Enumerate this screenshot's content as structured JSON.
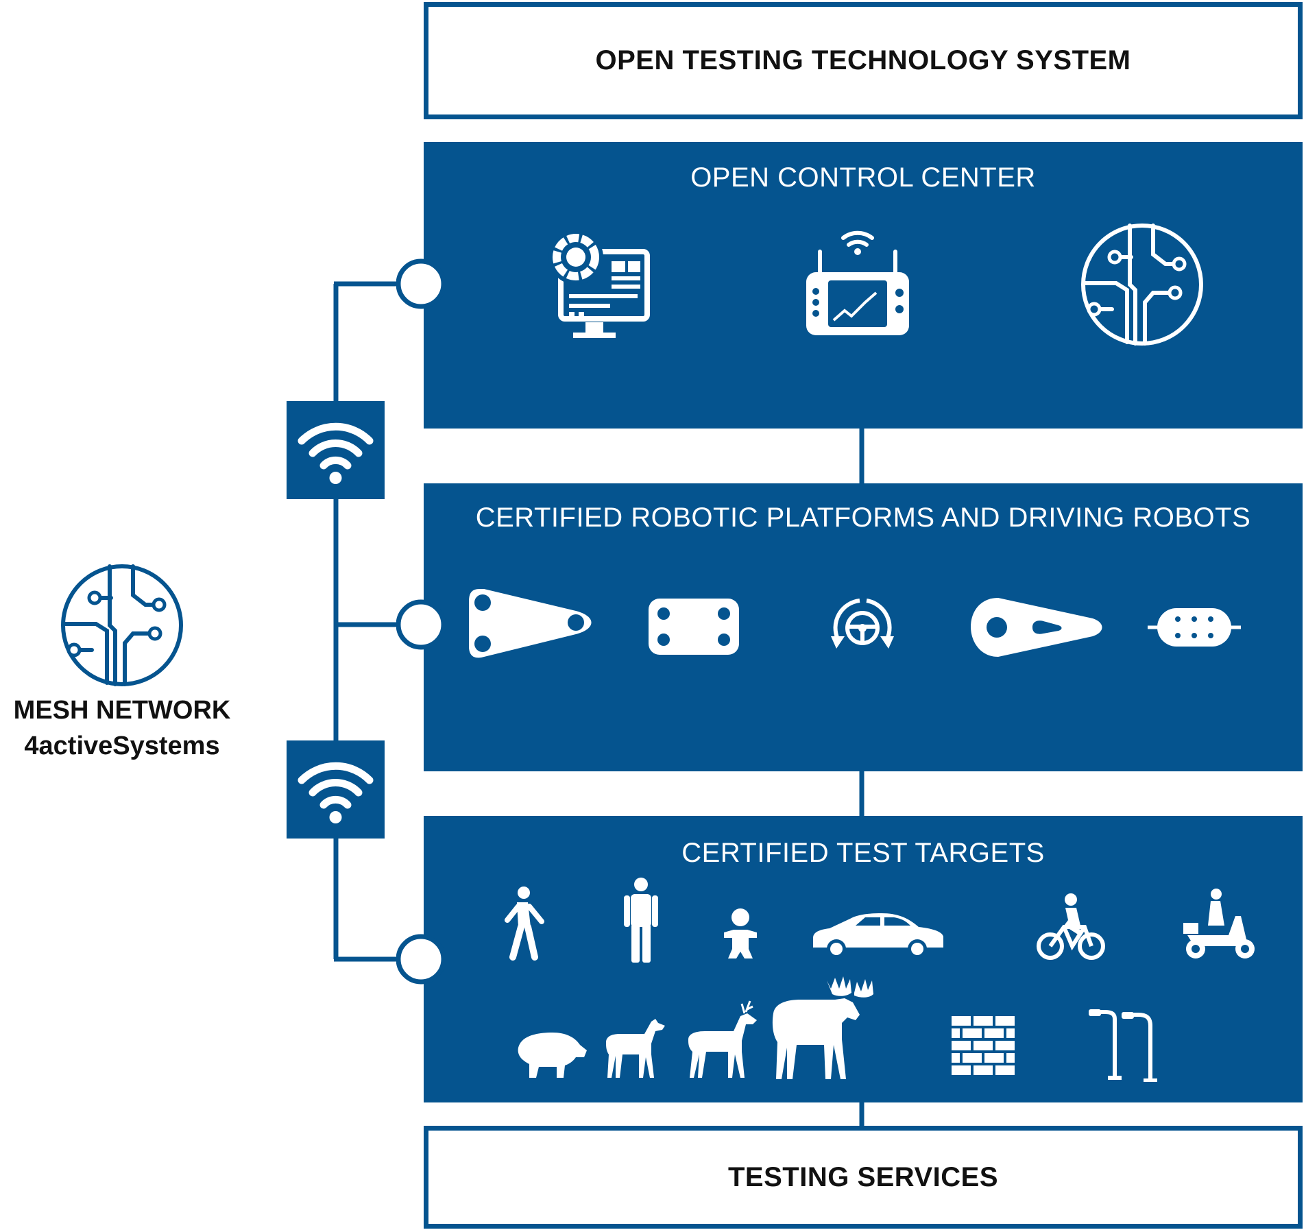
{
  "header": {
    "title": "OPEN TESTING TECHNOLOGY SYSTEM"
  },
  "control_center": {
    "title": "OPEN CONTROL CENTER",
    "icons": [
      "monitor-dashboard-icon",
      "remote-controller-icon",
      "circuit-icon"
    ]
  },
  "robotic_platforms": {
    "title": "CERTIFIED ROBOTIC PLATFORMS AND DRIVING ROBOTS",
    "icons": [
      "triangular-platform-icon",
      "rectangular-platform-icon",
      "steering-robot-icon",
      "elongated-platform-icon",
      "capsule-platform-icon"
    ]
  },
  "test_targets": {
    "title": "CERTIFIED TEST TARGETS",
    "icons": [
      "walking-pedestrian-icon",
      "standing-adult-icon",
      "child-icon",
      "car-icon",
      "cyclist-icon",
      "scooter-rider-icon",
      "boar-icon",
      "roe-deer-icon",
      "deer-icon",
      "moose-icon",
      "brick-wall-icon",
      "street-lamp-icon"
    ]
  },
  "footer": {
    "title": "TESTING SERVICES"
  },
  "mesh": {
    "line1": "MESH NETWORK",
    "line2": "4activeSystems",
    "icon": "circuit-icon"
  },
  "colors": {
    "primary": "#05548f",
    "text": "#111111",
    "background": "#ffffff"
  }
}
